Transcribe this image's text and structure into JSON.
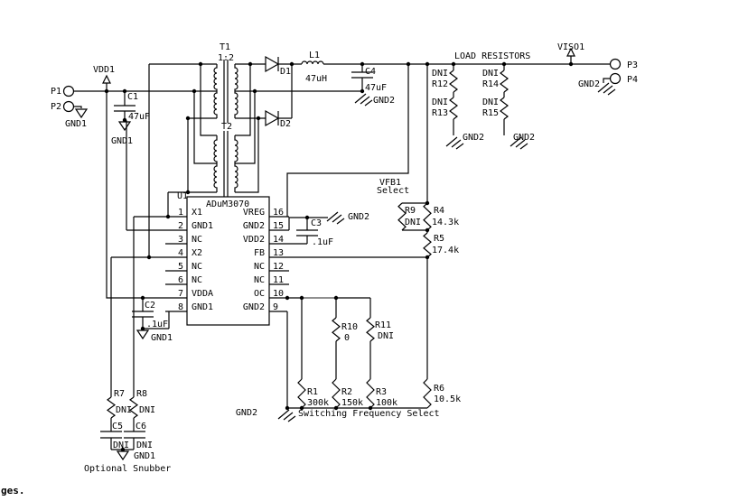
{
  "page": {
    "corner_text": "ges."
  },
  "transformer": {
    "t1_ref": "T1",
    "t1_ratio": "1:2",
    "t2_ref": "T2"
  },
  "ic": {
    "ref": "U1",
    "part": "ADuM3070",
    "left_pins": [
      {
        "num": "1",
        "name": "X1"
      },
      {
        "num": "2",
        "name": "GND1"
      },
      {
        "num": "3",
        "name": "NC"
      },
      {
        "num": "4",
        "name": "X2"
      },
      {
        "num": "5",
        "name": "NC"
      },
      {
        "num": "6",
        "name": "NC"
      },
      {
        "num": "7",
        "name": "VDDA"
      },
      {
        "num": "8",
        "name": "GND1"
      }
    ],
    "right_pins": [
      {
        "num": "16",
        "name": "VREG"
      },
      {
        "num": "15",
        "name": "GND2"
      },
      {
        "num": "14",
        "name": "VDD2"
      },
      {
        "num": "13",
        "name": "FB"
      },
      {
        "num": "12",
        "name": "NC"
      },
      {
        "num": "11",
        "name": "NC"
      },
      {
        "num": "10",
        "name": "OC"
      },
      {
        "num": "9",
        "name": "GND2"
      }
    ]
  },
  "connectors": {
    "p1": "P1",
    "p2": "P2",
    "p3": "P3",
    "p4": "P4"
  },
  "nets": {
    "vdd1": "VDD1",
    "viso1": "VISO1",
    "gnd1": "GND1",
    "gnd2": "GND2"
  },
  "components": {
    "c1": {
      "ref": "C1",
      "value": "47uF"
    },
    "c2": {
      "ref": "C2",
      "value": ".1uF"
    },
    "c3": {
      "ref": "C3",
      "value": ".1uF"
    },
    "c4": {
      "ref": "C4",
      "value": "47uF"
    },
    "c5": {
      "ref": "C5",
      "value": "DNI"
    },
    "c6": {
      "ref": "C6",
      "value": "DNI"
    },
    "l1": {
      "ref": "L1",
      "value": "47uH"
    },
    "d1": {
      "ref": "D1"
    },
    "d2": {
      "ref": "D2"
    },
    "r1": {
      "ref": "R1",
      "value": "300k"
    },
    "r2": {
      "ref": "R2",
      "value": "150k"
    },
    "r3": {
      "ref": "R3",
      "value": "100k"
    },
    "r4": {
      "ref": "R4",
      "value": "14.3k"
    },
    "r5": {
      "ref": "R5",
      "value": "17.4k"
    },
    "r6": {
      "ref": "R6",
      "value": "10.5k"
    },
    "r7": {
      "ref": "R7",
      "value": "DNI"
    },
    "r8": {
      "ref": "R8",
      "value": "DNI"
    },
    "r9": {
      "ref": "R9",
      "value": "DNI"
    },
    "r10": {
      "ref": "R10",
      "value": "0"
    },
    "r11": {
      "ref": "R11",
      "value": "DNI"
    },
    "r12": {
      "ref": "R12",
      "value": "DNI"
    },
    "r13": {
      "ref": "R13",
      "value": "DNI"
    },
    "r14": {
      "ref": "R14",
      "value": "DNI"
    },
    "r15": {
      "ref": "R15",
      "value": "DNI"
    }
  },
  "annotations": {
    "load_resistors": "LOAD RESISTORS",
    "vfb1_line1": "VFB1",
    "vfb1_line2": "Select",
    "switching": "Switching Frequency Select",
    "snubber": "Optional Snubber"
  }
}
